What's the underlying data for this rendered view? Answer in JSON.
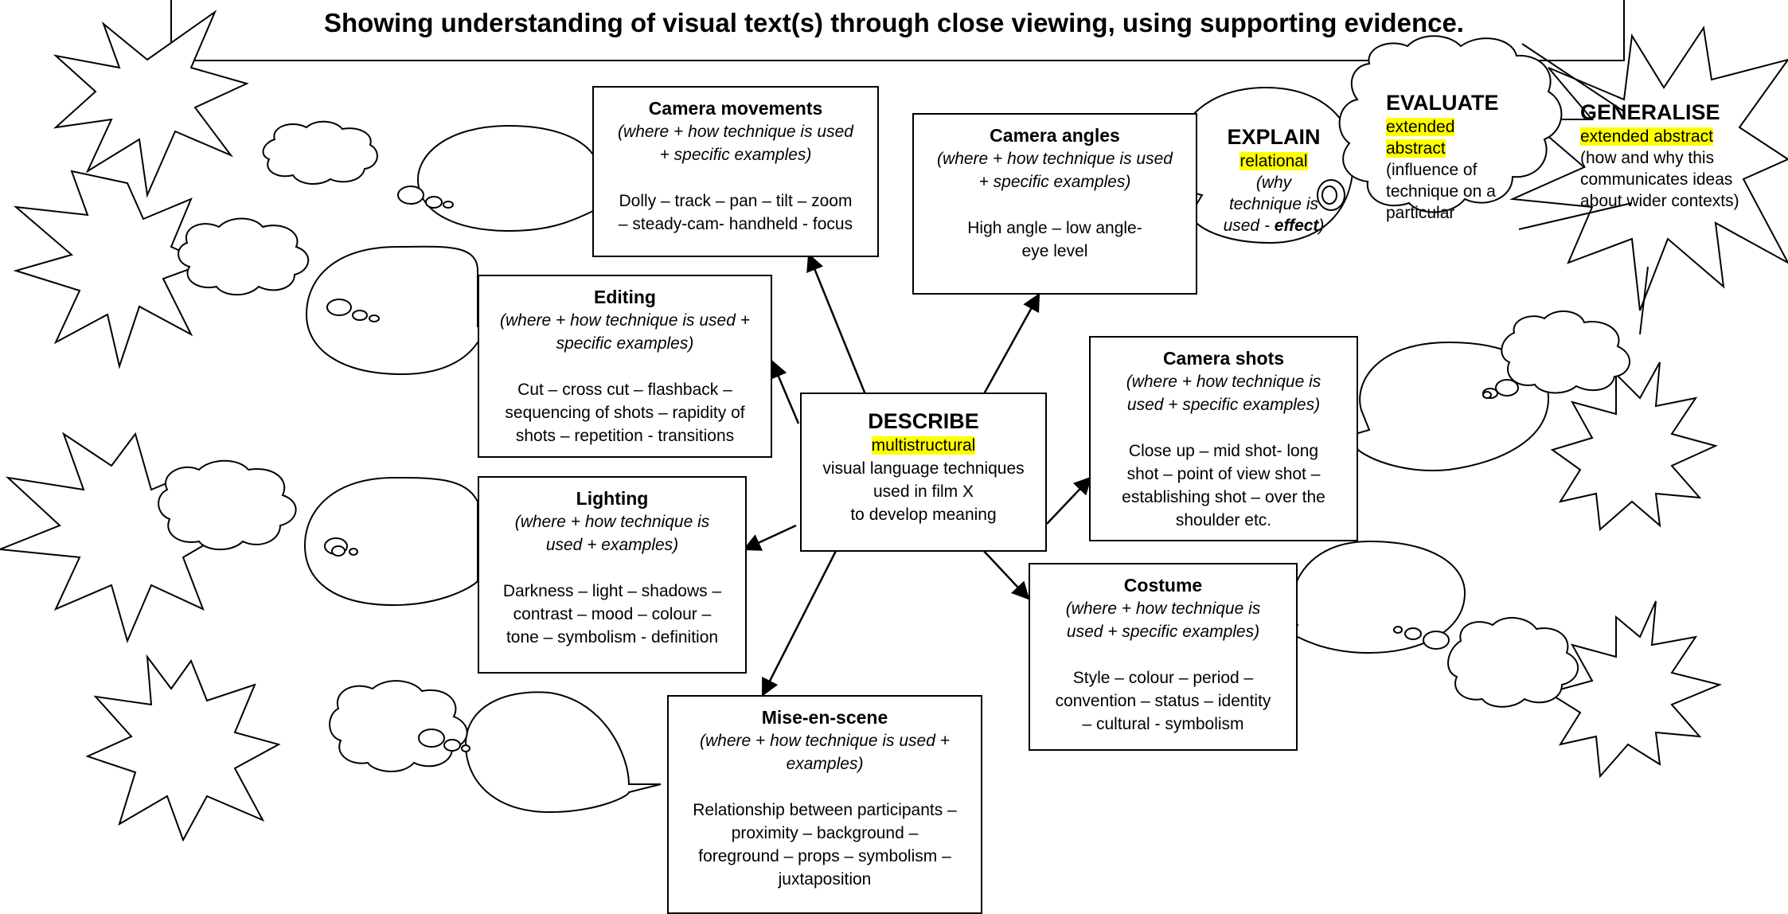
{
  "header": {
    "subtitle": "Showing understanding of visual text(s) through close viewing, using supporting evidence."
  },
  "describe": {
    "title": "DESCRIBE",
    "level": "multistructural",
    "text_1": "visual language techniques",
    "text_2": "used in film X",
    "text_3": "to develop meaning"
  },
  "techniques": {
    "camera_movements": {
      "title": "Camera movements",
      "sub_1": "(where + how technique is used",
      "sub_2": "+ specific examples)",
      "ex_1": "Dolly – track – pan – tilt – zoom",
      "ex_2": "– steady-cam- handheld - focus"
    },
    "camera_angles": {
      "title": "Camera angles",
      "sub_1": "(where + how technique is used",
      "sub_2": "+ specific examples)",
      "ex_1": "High angle – low angle-",
      "ex_2": "eye level"
    },
    "editing": {
      "title": "Editing",
      "sub_1": "(where + how technique is used +",
      "sub_2": "specific examples)",
      "ex_1": "Cut – cross cut – flashback –",
      "ex_2": "sequencing of shots – rapidity of",
      "ex_3": "shots – repetition - transitions"
    },
    "camera_shots": {
      "title": "Camera shots",
      "sub_1": "(where + how technique is",
      "sub_2": "used + specific examples)",
      "ex_1": "Close up – mid shot-  long",
      "ex_2": "shot – point of view shot –",
      "ex_3": "establishing shot – over the",
      "ex_4": "shoulder etc."
    },
    "lighting": {
      "title": "Lighting",
      "sub_1": "(where + how technique is",
      "sub_2": "used + examples)",
      "ex_1": "Darkness – light – shadows –",
      "ex_2": "contrast – mood – colour –",
      "ex_3": "tone – symbolism - definition"
    },
    "costume": {
      "title": "Costume",
      "sub_1": "(where + how technique is",
      "sub_2": "used + specific examples)",
      "ex_1": "Style – colour – period –",
      "ex_2": "convention – status – identity",
      "ex_3": "– cultural - symbolism"
    },
    "mise_en_scene": {
      "title": "Mise-en-scene",
      "sub_1": "(where + how technique is used +",
      "sub_2": "examples)",
      "ex_1": "Relationship between participants –",
      "ex_2": "proximity – background –",
      "ex_3": "foreground – props – symbolism –",
      "ex_4": "juxtaposition"
    }
  },
  "explain": {
    "title": "EXPLAIN",
    "level": "relational",
    "line_1": "(why",
    "line_2": "technique is",
    "line_3a": "used - ",
    "line_3b": "effect",
    "line_3c": ")"
  },
  "evaluate": {
    "title": "EVALUATE",
    "level_1": "extended",
    "level_2": "abstract",
    "line_1": "(influence of",
    "line_2": "technique on a",
    "line_3": "particular"
  },
  "generalise": {
    "title": "GENERALISE",
    "level": "extended abstract",
    "line_1": "(how and why this",
    "line_2": "communicates ideas",
    "line_3": "about wider contexts)"
  },
  "colors": {
    "highlight": "#ffff00",
    "line": "#000000",
    "background": "#ffffff"
  }
}
